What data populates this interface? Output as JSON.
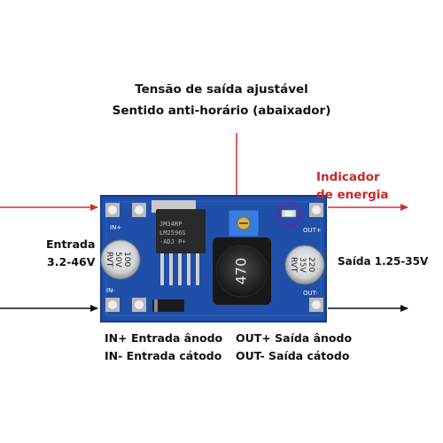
{
  "labels": {
    "title_line1": "Tensão de saída ajustável",
    "title_line2": "Sentido anti-horário (abaixador)",
    "power_line1": "Indicador",
    "power_line2": "de energia",
    "input_name": "Entrada",
    "input_range": "3.2-46V",
    "output_label": "Saída 1.25-35V",
    "in_plus": "IN+ Entrada ânodo",
    "in_minus": "IN- Entrada cátodo",
    "out_plus": "OUT+ Saída ânodo",
    "out_minus": "OUT- Saída cátodo"
  },
  "board": {
    "pin_in_plus": "IN+",
    "pin_in_minus": "IN-",
    "pin_out_plus": "OUT+",
    "pin_out_minus": "OUT-",
    "cap_left_line1": "100",
    "cap_left_line2": "50V",
    "cap_left_line3": "RVT",
    "cap_right_line1": "220",
    "cap_right_line2": "35V",
    "cap_right_line3": "RVT",
    "chip_line1": "JM34RP",
    "chip_line2": "LM2596S",
    "chip_line3": "-ADJ P+",
    "inductor": "470"
  },
  "colors": {
    "pcb": "#1f4fa8",
    "arrow_red": "#d32f2f",
    "arrow_black": "#111111",
    "power_text": "#c62828",
    "highlight_circle": "#7b1fa2"
  }
}
